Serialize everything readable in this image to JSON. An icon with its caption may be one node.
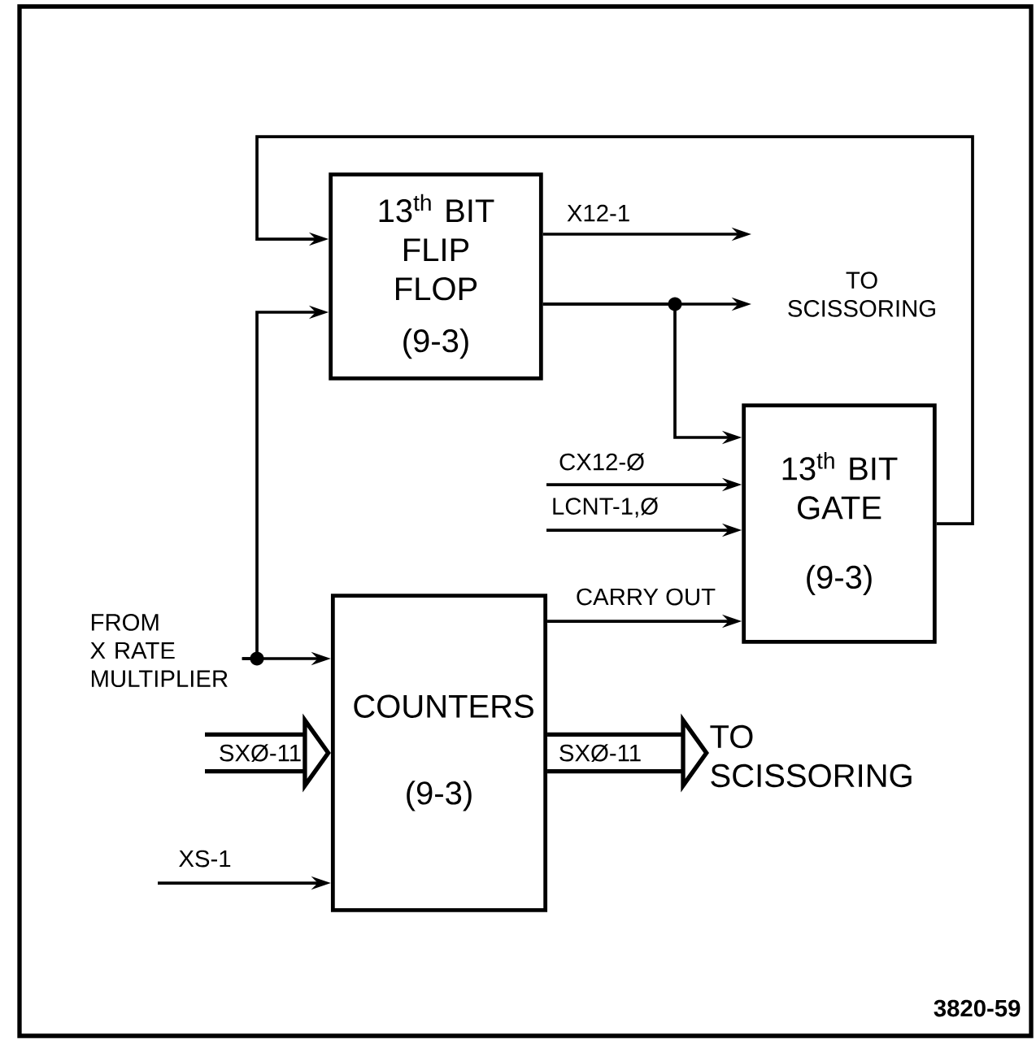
{
  "diagram": {
    "nodes": [
      {
        "text": [
          "13$^{th}$ BIT FLIP FLOP",
          "(9-3)"
        ]
      },
      {
        "text": [
          "13$^{th}$ BIT GATE",
          "(9-3)"
        ]
      },
      {
        "text": [
          "COUNTERS",
          "(9-3)"
        ]
      },
      {
        "text": [
          "TO SCISSORING"
        ]
      },
      {
        "text": [
          "FROM X RATE MULTIPLIER"
        ]
      },
      {
        "text": [
          "TO SCISSORING"
        ]
      }
    ],
    "edges": [
      {
        "from": 0,
        "to": null,
        "arrow": "to",
        "label": "X12-1"
      },
      {
        "from": 0,
        "to": 3,
        "arrow": "to"
      },
      {
        "from": 0,
        "to": 1,
        "arrow": "to"
      },
      {
        "from": 1,
        "to": 0,
        "arrow": "to"
      },
      {
        "from": null,
        "to": 1,
        "arrow": "to",
        "label": "CX12-Ø"
      },
      {
        "from": null,
        "to": 1,
        "arrow": "to",
        "label": "LCNT-1,Ø"
      },
      {
        "from": 2,
        "to": 1,
        "arrow": "to",
        "label": "CARRY OUT"
      },
      {
        "from": 4,
        "to": 2,
        "arrow": "to"
      },
      {
        "from": 4,
        "to": 0,
        "arrow": "to"
      },
      {
        "from": null,
        "to": 2,
        "arrow": "to",
        "label": "SXØ-11",
        "style": "thick"
      },
      {
        "from": 2,
        "to": 5,
        "arrow": "to",
        "label": "SXØ-11",
        "style": "thick"
      },
      {
        "from": null,
        "to": 2,
        "arrow": "to",
        "label": "XS-1"
      }
    ],
    "labels": [
      "3820-59"
    ]
  }
}
